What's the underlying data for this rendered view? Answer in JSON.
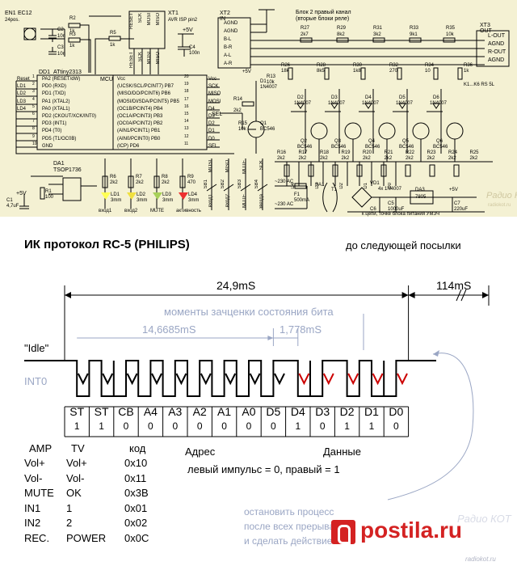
{
  "schematic": {
    "en1": "EN1",
    "ec12": "EC12",
    "enc_sub": "24pos.",
    "r2": "R2",
    "r2v": "1k",
    "r3": "R3",
    "r3v": "1k",
    "c2": "C2",
    "c2v": "10n",
    "c3": "C3",
    "c3v": "10n",
    "r5": "R5",
    "r5v": "1k",
    "xt1": "XT1",
    "xt1_sub": "AVR ISP pin2",
    "isp_pins": [
      "RESET",
      "SCK",
      "MOSI",
      "MISO"
    ],
    "isp_pins2": [
      "RESET",
      "SCK",
      "MOSI",
      "MISO"
    ],
    "plus5": "+5V",
    "c4": "C4",
    "c4v": "100n",
    "dd1": "DD1",
    "dd1_name": "ATtiny2313",
    "mcu": "MCU",
    "left_pins": [
      {
        "net": "Reset",
        "pin": "PA2 (RESET/dW)",
        "num": "1"
      },
      {
        "net": "LD1",
        "pin": "PD0 (RXD)",
        "num": "2"
      },
      {
        "net": "LD2",
        "pin": "PD1 (TXD)",
        "num": "3"
      },
      {
        "net": "LD3",
        "pin": "PA1 (XTAL2)",
        "num": "4"
      },
      {
        "net": "LD4",
        "pin": "PA0 (XTAL1)",
        "num": "5"
      },
      {
        "net": "",
        "pin": "PD2 (CKOUT/XCK/INT0)",
        "num": "6"
      },
      {
        "net": "",
        "pin": "PD3 (INT1)",
        "num": "7"
      },
      {
        "net": "",
        "pin": "PD4 (T0)",
        "num": "8"
      },
      {
        "net": "",
        "pin": "PD5 (T1/OC0B)",
        "num": "9"
      },
      {
        "net": "",
        "pin": "GND",
        "num": "10"
      }
    ],
    "right_pins": [
      {
        "num": "20",
        "pin": "Vcc",
        "net": "Vcc"
      },
      {
        "num": "19",
        "pin": "(UCSK/SCL/PCINT7) PB7",
        "net": "SCK"
      },
      {
        "num": "18",
        "pin": "(MISO/DO/PCINT6) PB6",
        "net": "MISO"
      },
      {
        "num": "17",
        "pin": "(MOSI/DI/SDA/PCINT5) PB5",
        "net": "MOSI"
      },
      {
        "num": "16",
        "pin": "(OC1B/PCINT4) PB4",
        "net": "D4"
      },
      {
        "num": "15",
        "pin": "(OC1A/PCINT3) PB3",
        "net": "D3"
      },
      {
        "num": "14",
        "pin": "(OC0A/PCINT2) PB2",
        "net": "D2"
      },
      {
        "num": "13",
        "pin": "(AIN1/PCINT1) PB1",
        "net": "D1"
      },
      {
        "num": "12",
        "pin": "(AIN0/PCINT0) PB0",
        "net": "D0"
      },
      {
        "num": "11",
        "pin": "(ICP) PD6",
        "net": "SEL"
      }
    ],
    "da1": "DA1",
    "da1_name": "TSOP1736",
    "c1": "C1",
    "c1v": "4,7uF",
    "r1": "R1",
    "r1v": "100",
    "leds": [
      {
        "r": "R6",
        "rv": "2k2",
        "ld": "LD1",
        "sz": "3mm",
        "cap": "вход1",
        "color": "#ffff55"
      },
      {
        "r": "R7",
        "rv": "2k2",
        "ld": "LD2",
        "sz": "3mm",
        "cap": "вход2",
        "color": "#f0e040"
      },
      {
        "r": "R8",
        "rv": "2k2",
        "ld": "LD3",
        "sz": "3mm",
        "cap": "MUTE",
        "color": "#a8d058"
      },
      {
        "r": "R9",
        "rv": "470",
        "ld": "LD4",
        "sz": "3mm",
        "cap": "активность",
        "color": "#ee3030"
      }
    ],
    "buttons": [
      {
        "sb": "SB1",
        "net": "MOSI",
        "cap": "вход1"
      },
      {
        "sb": "SB2",
        "net": "MISO",
        "cap": "вход2"
      },
      {
        "sb": "SB3",
        "net": "MUTE",
        "cap": "MUTE"
      },
      {
        "sb": "SB4",
        "net": "SCK",
        "cap": "звезда"
      }
    ],
    "xt2": "XT2",
    "xt2_in": "IN",
    "xt2_pins": [
      "AGND",
      "AGND",
      "B-L",
      "B-R",
      "A-L",
      "A-R"
    ],
    "block2": "Блок 2 правый канал",
    "block2_sub": "(вторые блоки реле)",
    "r_top": [
      {
        "r": "R27",
        "v": "2k7"
      },
      {
        "r": "R29",
        "v": "8k2"
      },
      {
        "r": "R31",
        "v": "3k2"
      },
      {
        "r": "R33",
        "v": "9k1"
      },
      {
        "r": "R35",
        "v": "10k"
      }
    ],
    "r_mid": [
      {
        "r": "R26",
        "v": "18k"
      },
      {
        "r": "R28",
        "v": "8k5"
      },
      {
        "r": "R30",
        "v": "1k8"
      },
      {
        "r": "R32",
        "v": "270"
      },
      {
        "r": "R34",
        "v": "10"
      },
      {
        "r": "R36",
        "v": "1k"
      }
    ],
    "diodes": [
      {
        "d": "D2",
        "v": "1N4007"
      },
      {
        "d": "D3",
        "v": "1N4007"
      },
      {
        "d": "D4",
        "v": "1N4007"
      },
      {
        "d": "D5",
        "v": "1N4007"
      },
      {
        "d": "D6",
        "v": "1N4007"
      }
    ],
    "transistors": [
      {
        "q": "Q2",
        "v": "BC546"
      },
      {
        "q": "Q3",
        "v": "BC546"
      },
      {
        "q": "Q4",
        "v": "BC546"
      },
      {
        "q": "Q5",
        "v": "BC546"
      },
      {
        "q": "Q6",
        "v": "BC546"
      }
    ],
    "r_bot": [
      {
        "r": "R16",
        "v": "2k2"
      },
      {
        "r": "R17",
        "v": "2k2"
      },
      {
        "r": "R18",
        "v": "2k2"
      },
      {
        "r": "R19",
        "v": "2k2"
      },
      {
        "r": "R20",
        "v": "2k2"
      },
      {
        "r": "R21",
        "v": "2k2"
      },
      {
        "r": "R22",
        "v": "2k2"
      },
      {
        "r": "R23",
        "v": "2k2"
      },
      {
        "r": "R24",
        "v": "2k2"
      },
      {
        "r": "R25",
        "v": "2k2"
      }
    ],
    "bottom_nets": [
      "D4",
      "D3",
      "D2",
      "D1",
      "D0"
    ],
    "xt3": "XT3",
    "xt3_out": "OUT",
    "xt3_pins": [
      "L-OUT",
      "AGND",
      "R-OUT",
      "AGND"
    ],
    "k_label": "K1...K6 RS 5L",
    "q1": "Q1",
    "q1v": "BC546",
    "d1": "D1",
    "d1v": "1N4007",
    "r13": "R13",
    "r13v": "10k",
    "r14": "R14",
    "r14v": "2k2",
    "r15": "R15",
    "r15v": "10k",
    "sel": "SEL",
    "ac1": "~230 AC",
    "ac2": "~230 AC",
    "f1": "F1",
    "f1v": "500mA",
    "sa1": "SA1",
    "t1": "T1",
    "vd1": "VD1",
    "vd1v": "4x 1N4007",
    "c5": "C5",
    "c5v": "1000uF",
    "c6": "C6",
    "c6v": "100n",
    "da3": "DA3",
    "da3v": "7805",
    "c7": "C7",
    "c7v": "220uF",
    "psu_note": "к цепи, точке блока питания УМЗЧ",
    "wm_big": "Радио КОТ",
    "wm_small": "radiokot.ru"
  },
  "protocol": {
    "title": "ИК протокол RC-5 (PHILIPS)",
    "next": "до следующей посылки",
    "total": "24,9mS",
    "gap": "114mS",
    "sampling": "моменты зачценки состояния бита",
    "first_bits": "14,6685mS",
    "bit_time": "1,778mS",
    "idle": "\"Idle\"",
    "int0": "INT0",
    "bit_names": [
      "ST",
      "ST",
      "CB",
      "A4",
      "A3",
      "A2",
      "A1",
      "A0",
      "D5",
      "D4",
      "D3",
      "D2",
      "D1",
      "D0"
    ],
    "bit_values": [
      "1",
      "1",
      "0",
      "0",
      "0",
      "0",
      "0",
      "0",
      "0",
      "1",
      "0",
      "1",
      "1",
      "0"
    ],
    "addr_label": "Адрес",
    "data_label": "Данные",
    "rule": "левый импульс = 0, правый = 1",
    "table_headers": [
      "AMP",
      "TV",
      "код"
    ],
    "table_rows": [
      [
        "Vol+",
        "Vol+",
        "0x10"
      ],
      [
        "Vol-",
        "Vol-",
        "0x11"
      ],
      [
        "MUTE",
        "OK",
        "0x3B"
      ],
      [
        "IN1",
        "1",
        "0x01"
      ],
      [
        "IN2",
        "2",
        "0x02"
      ],
      [
        "REC.",
        "POWER",
        "0x0C"
      ]
    ],
    "note": [
      "остановить процесс",
      "после всех прерываний",
      "и сделать действие"
    ],
    "wm_big": "Радио КОТ",
    "wm_small": "radiokot.ru",
    "colors": {
      "signal": "#000000",
      "arrow_black": "#000000",
      "arrow_red": "#cc0000",
      "annot": "#9aa6c4"
    }
  },
  "watermark": {
    "site": "postila.ru",
    "color": "#d42222"
  }
}
